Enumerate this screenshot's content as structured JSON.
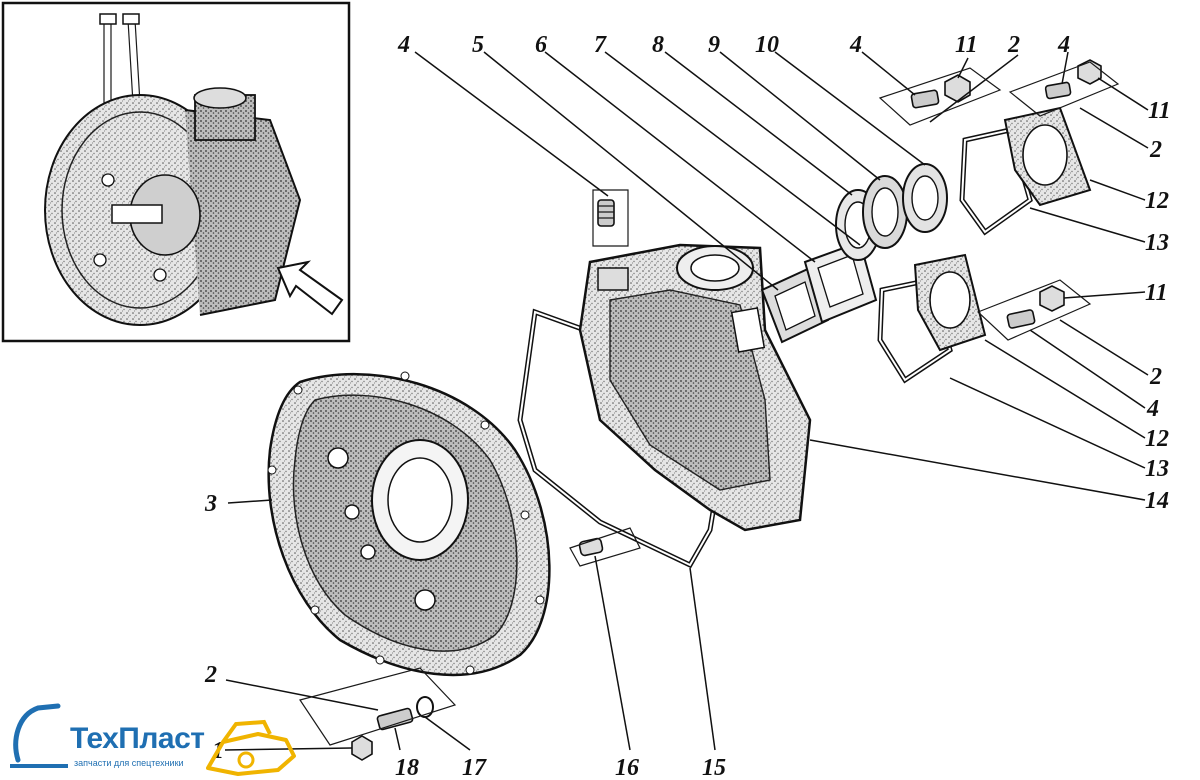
{
  "diagram": {
    "callouts": {
      "c4a": "4",
      "c5": "5",
      "c6": "6",
      "c7": "7",
      "c8": "8",
      "c9": "9",
      "c10": "10",
      "c4b": "4",
      "c11a": "11",
      "c2a": "2",
      "c4c": "4",
      "c11b": "11",
      "c2b": "2",
      "c12a": "12",
      "c13a": "13",
      "c11c": "11",
      "c2c": "2",
      "c4d": "4",
      "c12b": "12",
      "c13b": "13",
      "c14": "14",
      "c3": "3",
      "c2d": "2",
      "c1": "1",
      "c18": "18",
      "c17": "17",
      "c16": "16",
      "c15": "15"
    }
  },
  "logo": {
    "wordmark": "ТехПласт",
    "tagline": "запчасти для спецтехники",
    "color": "#1f6fb2",
    "accent": "#f0b400"
  }
}
